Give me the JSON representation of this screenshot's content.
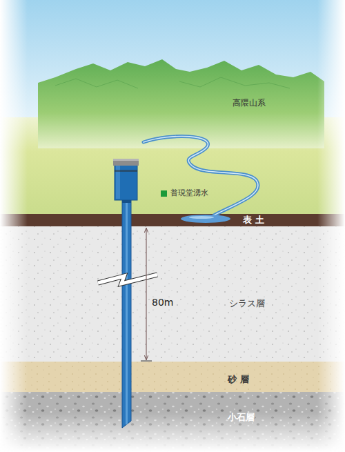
{
  "diagram": {
    "nodes": [
      {
        "text": [
          "表 土"
        ]
      },
      {
        "text": [
          "シラス層"
        ]
      },
      {
        "text": [
          "砂 層"
        ]
      },
      {
        "text": [
          "小石層"
        ]
      }
    ],
    "labels": [
      "高隈山系",
      "普現堂湧水",
      "80m"
    ]
  }
}
